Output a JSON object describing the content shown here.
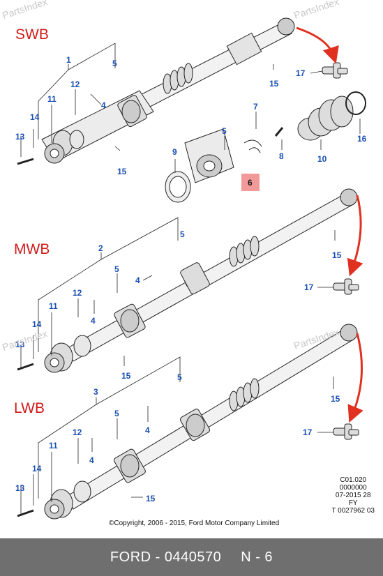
{
  "watermark": "PartsIndex",
  "sections": {
    "swb": "SWB",
    "mwb": "MWB",
    "lwb": "LWB"
  },
  "callouts": {
    "swb": [
      "1",
      "5",
      "12",
      "4",
      "11",
      "14",
      "13",
      "15",
      "15",
      "17",
      "16",
      "10",
      "7",
      "5",
      "8",
      "9",
      "6"
    ],
    "mwb": [
      "2",
      "5",
      "5",
      "4",
      "12",
      "4",
      "11",
      "14",
      "13",
      "15",
      "15",
      "17"
    ],
    "lwb": [
      "3",
      "5",
      "5",
      "12",
      "4",
      "4",
      "11",
      "14",
      "13",
      "15",
      "15",
      "17"
    ]
  },
  "highlight_callout": "6",
  "meta": {
    "line1": "C01.020",
    "line2": "0000000",
    "line3": "07-2015 28",
    "line4": "FY",
    "line5": "T 0027962 03"
  },
  "copyright": "©Copyright, 2006 - 2015, Ford Motor Company Limited",
  "footer": {
    "brand": "FORD - 0440570",
    "ref": "N - 6"
  },
  "colors": {
    "callout": "#1a4fb4",
    "section": "#d21a1a",
    "arrow": "#e03020",
    "highlight": "#f29a9a",
    "footer_bg": "#6f6f6f"
  }
}
